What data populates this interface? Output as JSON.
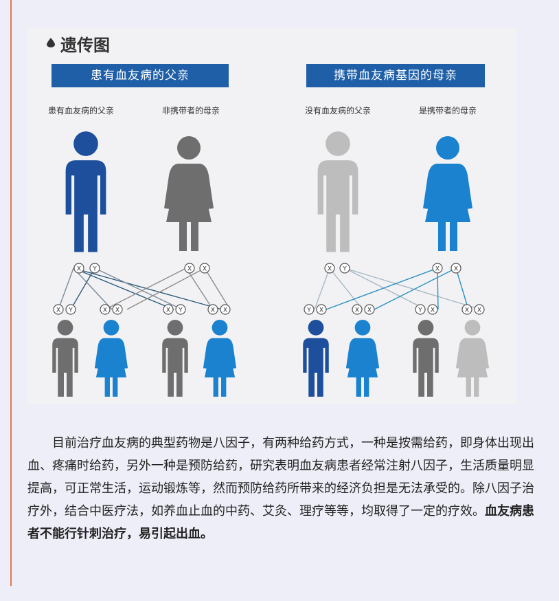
{
  "figure": {
    "title": "遗传图",
    "left_banner": "患有血友病的父亲",
    "right_banner": "携带血友病基因的母亲",
    "labels": {
      "father_affected": "患有血友病的父亲",
      "mother_noncarrier": "非携带者的母亲",
      "father_healthy": "没有血友病的父亲",
      "mother_carrier": "是携带者的母亲"
    },
    "colors": {
      "dark_blue": "#1d4f9c",
      "light_blue": "#1a82cf",
      "gray": "#6e6e6e",
      "light_gray": "#bdbdbd"
    }
  },
  "text": {
    "body": "目前治疗血友病的典型药物是八因子，有两种给药方式，一种是按需给药，即身体出现出血、疼痛时给药，另外一种是预防给药，研究表明血友病患者经常注射八因子，生活质量明显提高，可正常生活，运动锻炼等，然而预防给药所带来的经济负担是无法承受的。除八因子治疗外，结合中医疗法，如养血止血的中药、艾灸、理疗等等，均取得了一定的疗效。",
    "bold": "血友病患者不能行针刺治疗，易引起出血。"
  }
}
